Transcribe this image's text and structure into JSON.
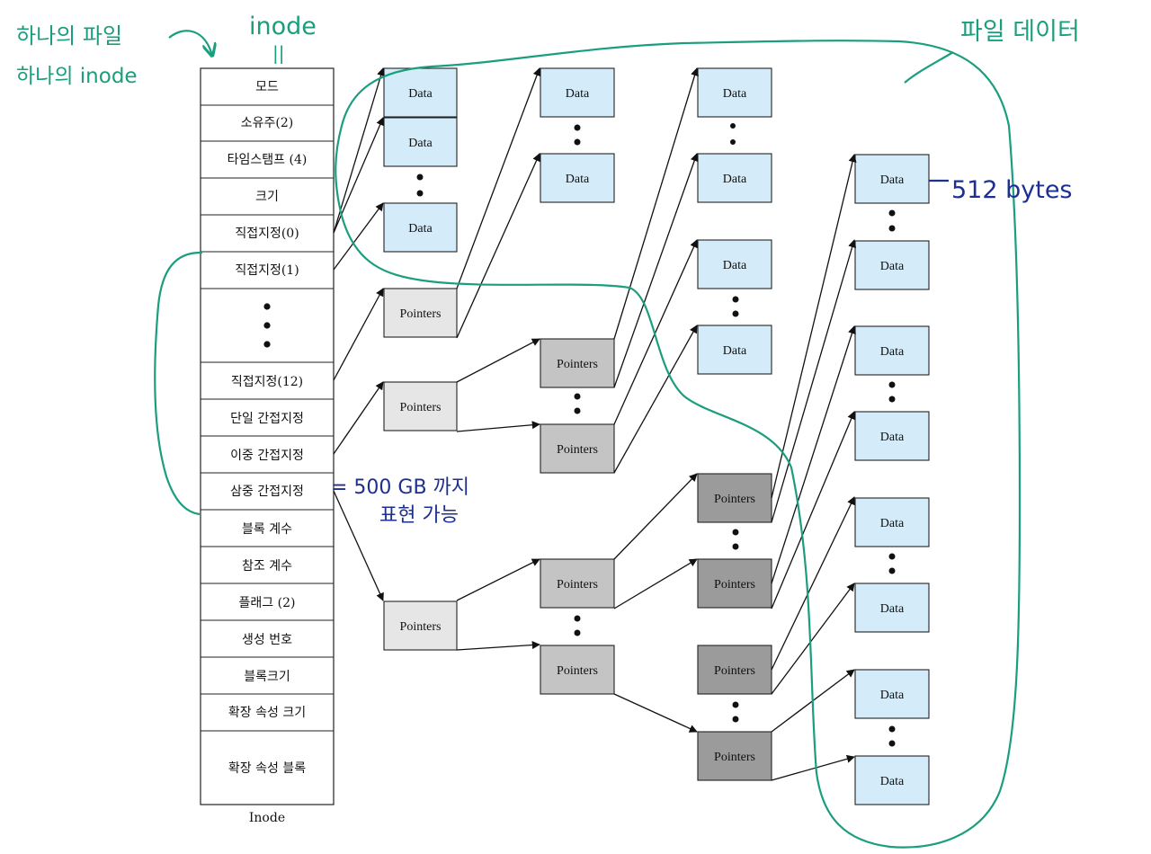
{
  "inode_table": {
    "caption": "Inode",
    "rows": [
      "모드",
      "소유주(2)",
      "타임스탬프 (4)",
      "크기",
      "직접지정(0)",
      "직접지정(1)",
      "",
      "직접지정(12)",
      "단일 간접지정",
      "이중 간접지정",
      "삼중 간접지정",
      "블록 계수",
      "참조 계수",
      "플래그 (2)",
      "생성 번호",
      "블록크기",
      "확장 속성 크기",
      "확장 속성 블록"
    ]
  },
  "labels": {
    "data": "Data",
    "pointers": "Pointers"
  },
  "annotations": {
    "one_file": "하나의 파일",
    "one_inode": "하나의 inode",
    "inode_word": "inode",
    "equals_mark": "||",
    "file_data": "파일 데이터",
    "block_size": "512 bytes",
    "triple_capacity_line1": "= 500 GB 까지",
    "triple_capacity_line2": "표현 가능"
  },
  "colors": {
    "data_fill": "#d4ecfa",
    "pointer_l1_fill": "#e6e6e6",
    "pointer_l2_fill": "#c4c4c4",
    "pointer_l3_fill": "#9b9b9b",
    "annotation_green": "#1a9e7e",
    "annotation_blue": "#1d2f8f"
  }
}
